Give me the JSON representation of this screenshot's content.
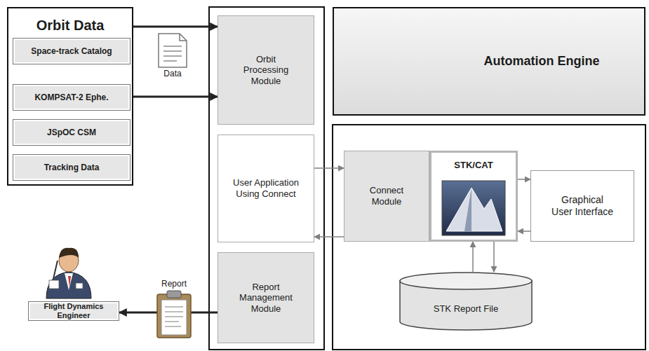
{
  "diagram": {
    "nodes": [
      {
        "text": [
          "Orbit Data"
        ]
      },
      {
        "text": [
          "Space-track Catalog"
        ],
        "in": 0
      },
      {
        "text": [
          "KOMPSAT-2 Ephe."
        ],
        "in": 0
      },
      {
        "text": [
          "JSpOC CSM"
        ],
        "in": 0
      },
      {
        "text": [
          "Tracking Data"
        ],
        "in": 0
      },
      {
        "text": [
          "Orbit Processing Module"
        ]
      },
      {
        "text": [
          "User Application Using Connect"
        ]
      },
      {
        "text": [
          "Report Management Module"
        ]
      },
      {
        "text": [
          "Automation Engine"
        ]
      },
      {
        "text": [
          "Connect Module"
        ]
      },
      {
        "text": [
          "STK/CAT"
        ]
      },
      {
        "text": [
          "Graphical User Interface"
        ]
      },
      {
        "text": [
          "STK Report File"
        ]
      },
      {
        "text": [
          "Flight Dynamics Engineer"
        ]
      }
    ],
    "edges": [
      {
        "from": 0,
        "to": 5,
        "arrow": "to"
      },
      {
        "from": 2,
        "to": 5,
        "arrow": "to"
      },
      {
        "from": 6,
        "to": 9,
        "arrow": "to"
      },
      {
        "from": 9,
        "to": 6,
        "arrow": "to"
      },
      {
        "from": 10,
        "to": 11,
        "arrow": "to"
      },
      {
        "from": 11,
        "to": 10,
        "arrow": "to"
      },
      {
        "from": 12,
        "to": 10,
        "arrow": "to"
      },
      {
        "from": 10,
        "to": 12,
        "arrow": "to"
      },
      {
        "from": 7,
        "to": 13,
        "arrow": "to"
      }
    ],
    "labels": [
      "Data",
      "Report"
    ]
  }
}
